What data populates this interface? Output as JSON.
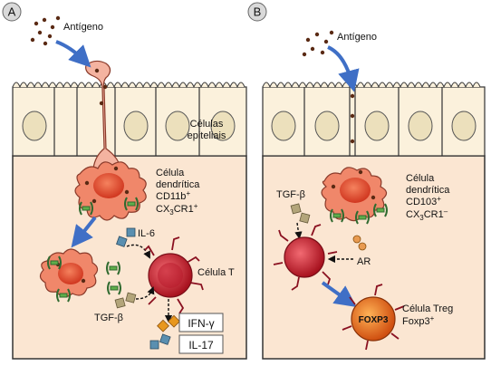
{
  "panel_a": {
    "letter": "A",
    "antigen": "Antígeno",
    "epithelial_line1": "Células",
    "epithelial_line2": "epiteliais",
    "dc_line1": "Célula",
    "dc_line2": "dendrítica",
    "dc_line3_base": "CD11b",
    "dc_line3_sup": "+",
    "dc_line4_a": "CX",
    "dc_line4_sub": "3",
    "dc_line4_b": "CR1",
    "dc_line4_sup": "+",
    "il6": "IL-6",
    "tgfb": "TGF-β",
    "t_cell": "Célula T",
    "ifn": "IFN-γ",
    "il17": "IL-17"
  },
  "panel_b": {
    "letter": "B",
    "antigen": "Antígeno",
    "tgfb": "TGF-β",
    "dc_line1": "Célula",
    "dc_line2": "dendrítica",
    "dc_line3_base": "CD103",
    "dc_line3_sup": "+",
    "dc_line4_a": "CX",
    "dc_line4_sub": "3",
    "dc_line4_b": "CR1",
    "dc_line4_sup": "–",
    "ar": "AR",
    "foxp3": "FOXP3",
    "treg_line1": "Célula Treg",
    "treg_line2_base": "Foxp3",
    "treg_line2_sup": "+"
  },
  "colors": {
    "lamina": "#fbe6d2",
    "epithelium": "#fbf1dc",
    "nucleus": "#ece0bc",
    "dc_body": "#f0876a",
    "dc_nucleus": "#e0442a",
    "t_cell": "#c81e2e",
    "treg": "#e86a1e",
    "arrow": "#3f6fc6",
    "receptor": "#3f8a3c",
    "ifn_square": "#e8971e",
    "il17_square": "#5a8fb0"
  }
}
